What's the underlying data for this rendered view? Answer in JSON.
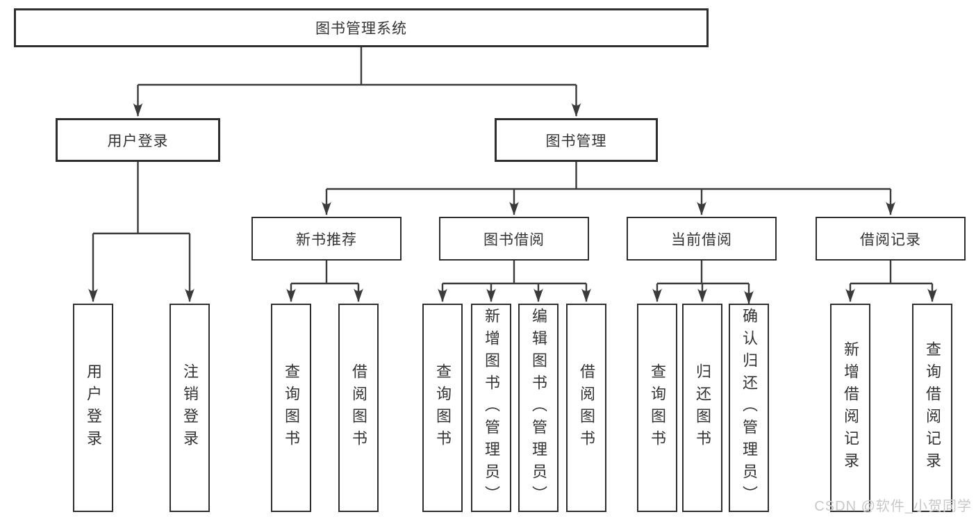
{
  "diagram": {
    "root": {
      "label": "图书管理系统"
    },
    "level2": [
      {
        "label": "用户登录"
      },
      {
        "label": "图书管理"
      }
    ],
    "level3": [
      {
        "label": "新书推荐"
      },
      {
        "label": "图书借阅"
      },
      {
        "label": "当前借阅"
      },
      {
        "label": "借阅记录"
      }
    ],
    "leaves": {
      "user_login": [
        {
          "label": "用户登录"
        },
        {
          "label": "注销登录"
        }
      ],
      "new_books": [
        {
          "label": "查询图书"
        },
        {
          "label": "借阅图书"
        }
      ],
      "book_borrow": [
        {
          "label": "查询图书"
        },
        {
          "label": "新增图书（管理员）"
        },
        {
          "label": "编辑图书（管理员）"
        },
        {
          "label": "借阅图书"
        }
      ],
      "current_borrow": [
        {
          "label": "查询图书"
        },
        {
          "label": "归还图书"
        },
        {
          "label": "确认归还（管理员）"
        }
      ],
      "borrow_records": [
        {
          "label": "新增借阅记录"
        },
        {
          "label": "查询借阅记录"
        }
      ]
    },
    "watermark": "CSDN @软件_小贺同学",
    "colors": {
      "line": "#3a3a3a",
      "box_border": "#2e2e2e",
      "text": "#333333",
      "watermark": "#c8c8c8"
    }
  }
}
